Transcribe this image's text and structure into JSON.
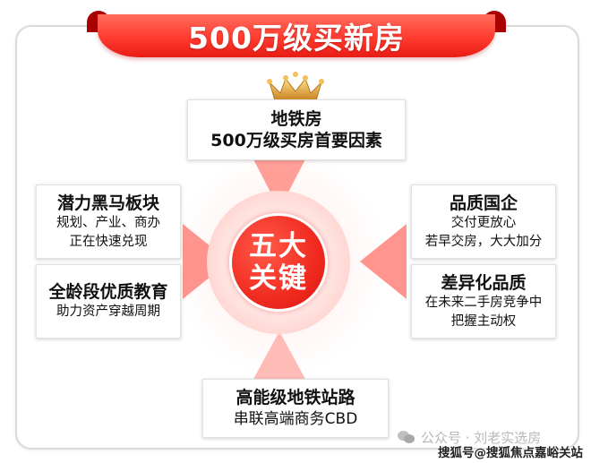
{
  "banner": {
    "title": "500万级买新房"
  },
  "center": {
    "line1": "五大",
    "line2": "关键"
  },
  "top_box": {
    "heading": "地铁房",
    "text": "500万级买房首要因素"
  },
  "left_boxes": [
    {
      "heading": "潜力黑马板块",
      "lines": [
        "规划、产业、商办",
        "正在快速兑现"
      ]
    },
    {
      "heading": "全龄段优质教育",
      "lines": [
        "助力资产穿越周期"
      ]
    }
  ],
  "right_boxes": [
    {
      "heading": "品质国企",
      "lines": [
        "交付更放心",
        "若早交房，大大加分"
      ]
    },
    {
      "heading": "差异化品质",
      "lines": [
        "在未来二手房竞争中",
        "把握主动权"
      ]
    }
  ],
  "bottom_box": {
    "heading": "高能级地铁站路",
    "text": "串联高端商务CBD"
  },
  "watermark": {
    "account": "公众号 · 刘老实选房",
    "sohu": "搜狐号@搜狐焦点嘉峪关站"
  },
  "colors": {
    "accent": "#f02a1f",
    "ribbon_dark": "#a90000",
    "crown": "#e8a93a"
  }
}
